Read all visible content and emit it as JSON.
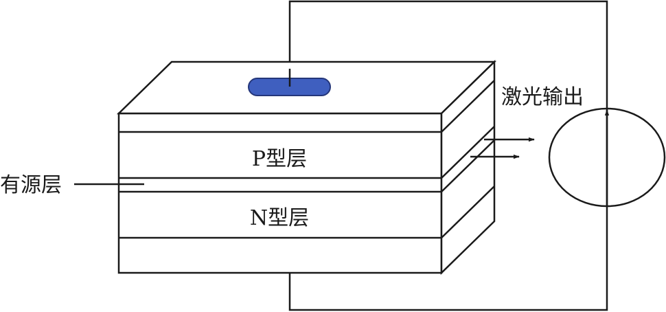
{
  "labels": {
    "p_layer": "P型层",
    "n_layer": "N型层",
    "active_layer": "有源层",
    "laser_output": "激光输出"
  },
  "colors": {
    "electrode": "#3f5fbf",
    "electrode_outline": "#24367a",
    "line": "#1a1a1a"
  }
}
